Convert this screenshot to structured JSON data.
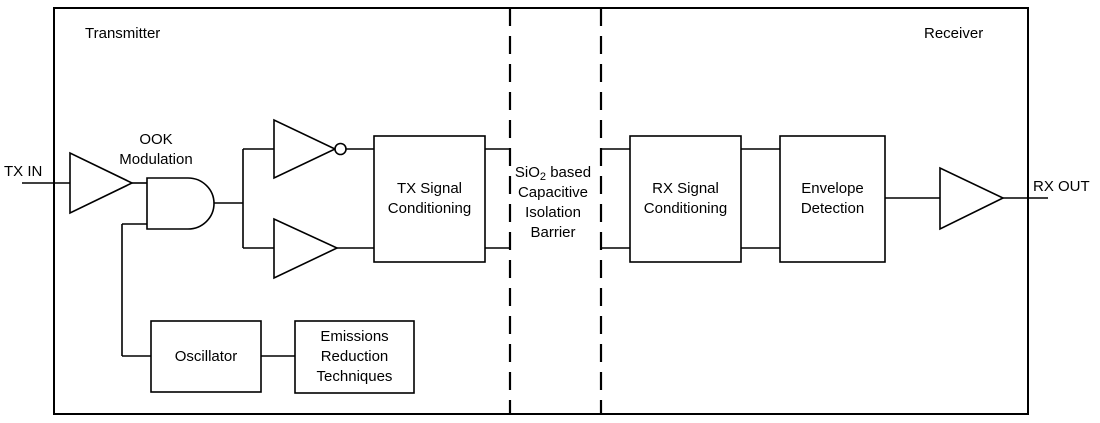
{
  "sections": {
    "transmitter": "Transmitter",
    "receiver": "Receiver"
  },
  "ports": {
    "input": "TX IN",
    "output": "RX OUT"
  },
  "modulation": {
    "line1": "OOK",
    "line2": "Modulation"
  },
  "blocks": {
    "tx_signal_conditioning": [
      "TX Signal",
      "Conditioning"
    ],
    "rx_signal_conditioning": [
      "RX Signal",
      "Conditioning"
    ],
    "envelope_detection": [
      "Envelope",
      "Detection"
    ],
    "oscillator": [
      "Oscillator"
    ],
    "emissions_reduction": [
      "Emissions",
      "Reduction",
      "Techniques"
    ]
  },
  "barrier": {
    "line1_pre": "SiO",
    "line1_sub": "2",
    "line1_post": " based",
    "line2": "Capacitive",
    "line3": "Isolation",
    "line4": "Barrier"
  }
}
